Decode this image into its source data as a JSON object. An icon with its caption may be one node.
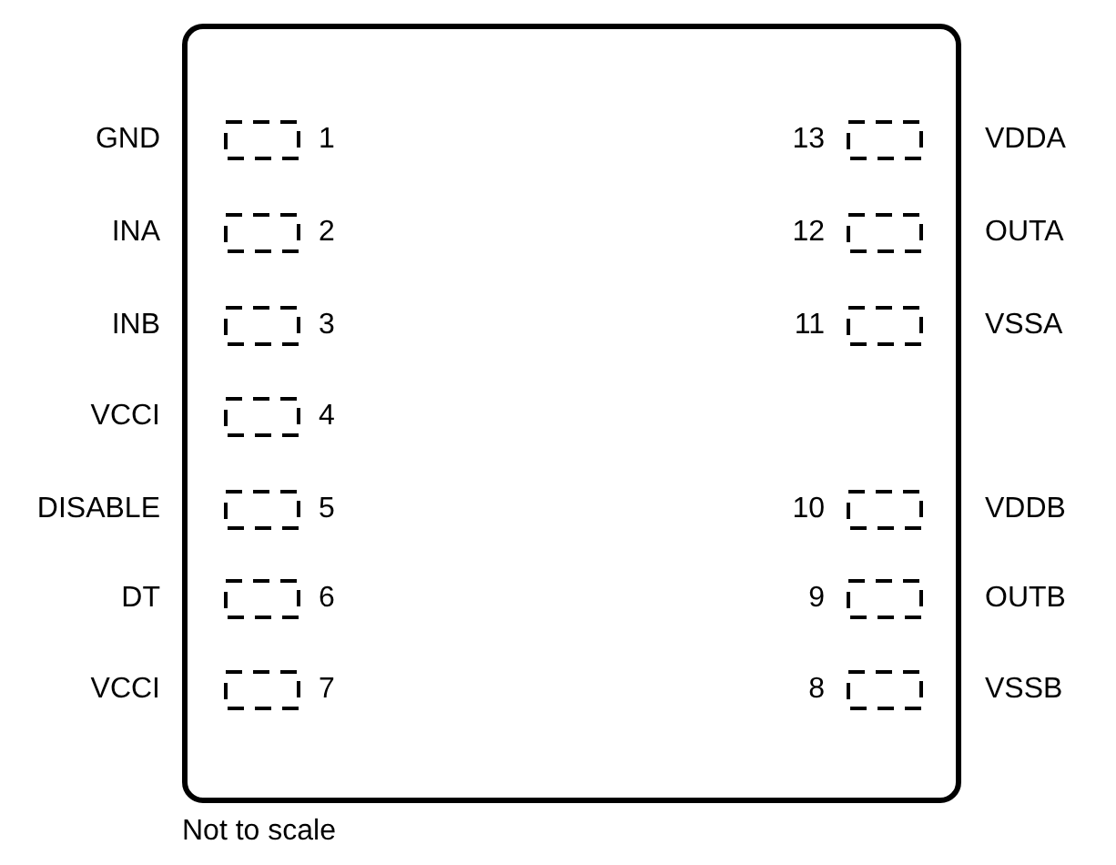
{
  "diagram": {
    "nodes": [
      {
        "text": [],
        "shape": "box"
      },
      {
        "text": [],
        "shape": "box",
        "in": 0,
        "beside": [
          "1"
        ]
      },
      {
        "text": [],
        "shape": "box",
        "in": 0,
        "beside": [
          "13"
        ]
      },
      {
        "text": [],
        "shape": "box",
        "in": 0,
        "beside": [
          "2"
        ]
      },
      {
        "text": [],
        "shape": "box",
        "in": 0,
        "beside": [
          "12"
        ]
      },
      {
        "text": [],
        "shape": "box",
        "in": 0,
        "beside": [
          "3"
        ]
      },
      {
        "text": [],
        "shape": "box",
        "in": 0,
        "beside": [
          "11"
        ]
      },
      {
        "text": [],
        "shape": "box",
        "in": 0,
        "beside": [
          "4"
        ]
      },
      {
        "text": [],
        "shape": "box",
        "in": 0,
        "beside": [
          "5"
        ]
      },
      {
        "text": [],
        "shape": "box",
        "in": 0,
        "beside": [
          "10"
        ]
      },
      {
        "text": [],
        "shape": "box",
        "in": 0,
        "beside": [
          "6"
        ]
      },
      {
        "text": [],
        "shape": "box",
        "in": 0,
        "beside": [
          "9"
        ]
      },
      {
        "text": [],
        "shape": "box",
        "in": 0,
        "beside": [
          "7"
        ]
      },
      {
        "text": [],
        "shape": "box",
        "in": 0,
        "beside": [
          "8"
        ]
      }
    ],
    "labels": [
      "GND",
      "VDDA",
      "INA",
      "OUTA",
      "INB",
      "VSSA",
      "VCCI",
      "DISABLE",
      "VDDB",
      "DT",
      "OUTB",
      "VCCI",
      "VSSB",
      "Not to scale"
    ]
  }
}
